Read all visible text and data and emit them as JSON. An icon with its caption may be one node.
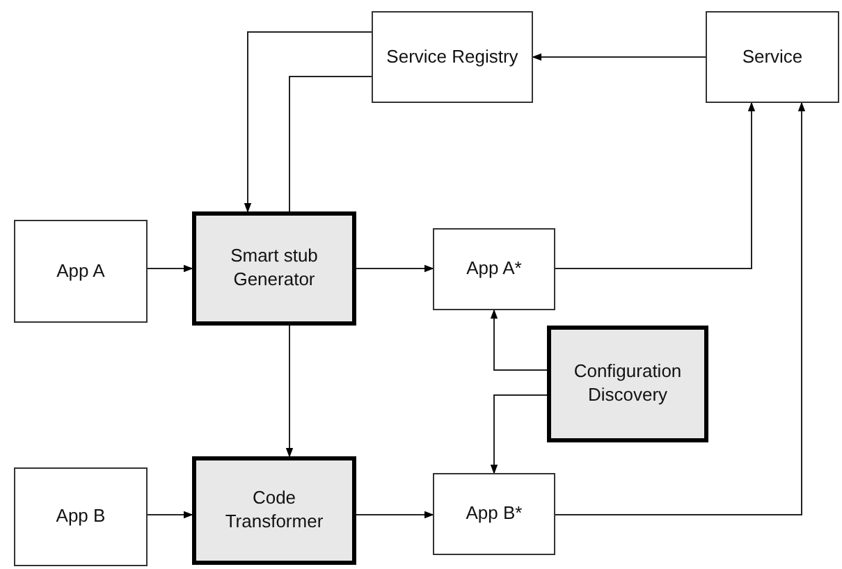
{
  "diagram": {
    "nodes": [
      {
        "text": [
          "Service Registry"
        ]
      },
      {
        "text": [
          "Service"
        ]
      },
      {
        "text": [
          "App A"
        ]
      },
      {
        "text": [
          "Smart stub Generator"
        ]
      },
      {
        "text": [
          "App A*"
        ]
      },
      {
        "text": [
          "Configuration Discovery"
        ]
      },
      {
        "text": [
          "App B"
        ]
      },
      {
        "text": [
          "Code Transformer"
        ]
      },
      {
        "text": [
          "App B*"
        ]
      }
    ],
    "edges": [
      {
        "from": 0,
        "to": 3,
        "arrow": "to"
      },
      {
        "from": 3,
        "to": 0,
        "arrow": "none"
      },
      {
        "from": 1,
        "to": 0,
        "arrow": "to"
      },
      {
        "from": 2,
        "to": 3,
        "arrow": "to"
      },
      {
        "from": 3,
        "to": 4,
        "arrow": "to"
      },
      {
        "from": 4,
        "to": 1,
        "arrow": "to"
      },
      {
        "from": 3,
        "to": 7,
        "arrow": "to"
      },
      {
        "from": 5,
        "to": 4,
        "arrow": "to"
      },
      {
        "from": 5,
        "to": 8,
        "arrow": "to"
      },
      {
        "from": 6,
        "to": 7,
        "arrow": "to"
      },
      {
        "from": 7,
        "to": 8,
        "arrow": "to"
      },
      {
        "from": 8,
        "to": 1,
        "arrow": "to"
      }
    ]
  }
}
